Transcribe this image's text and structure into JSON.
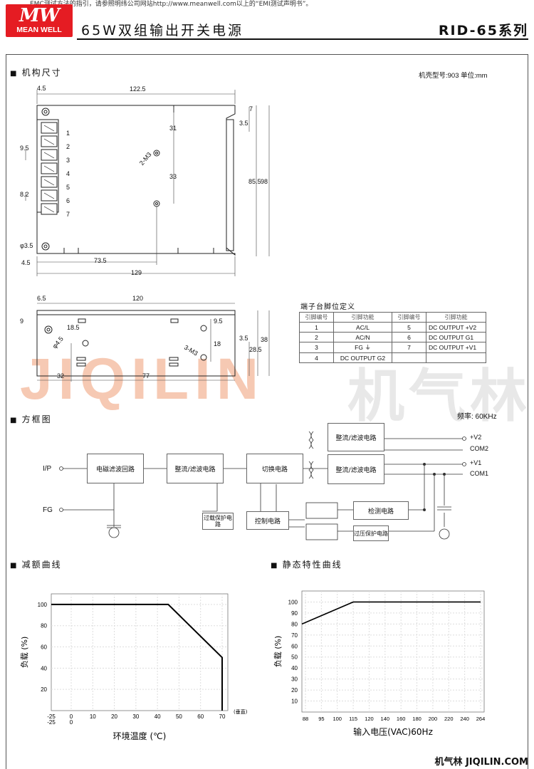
{
  "header": {
    "top_note": "EMC测试方法的指引，请参照明纬公司网站http://www.meanwell.com以上的“EMI测试声明书”。",
    "logo_mark": "MW",
    "logo_text": "MEAN WELL",
    "title": "65W双组输出开关电源",
    "series": "RID-65系列"
  },
  "sections": {
    "mechanical": "机构尺寸",
    "block": "方框图",
    "derating": "减额曲线",
    "static": "静态特性曲线"
  },
  "mechanical": {
    "case_note": "机壳型号:903 单位:mm",
    "top_dims": {
      "d4_5a": "4.5",
      "d122_5": "122.5",
      "d9_5": "9.5",
      "d8_2": "8.2",
      "d3_5hole": "φ3.5",
      "d4_5b": "4.5",
      "d73_5": "73.5",
      "d129": "129",
      "d31": "31",
      "d33": "33",
      "d2m3": "2-M3",
      "d3_5": "3.5",
      "d7": "7",
      "d85_5": "85.5",
      "d98": "98"
    },
    "terminal_numbers": [
      "1",
      "2",
      "3",
      "4",
      "5",
      "6",
      "7"
    ],
    "side_dims": {
      "d6_5": "6.5",
      "d120": "120",
      "d9": "9",
      "d18_5": "18.5",
      "d4_5": "φ4.5",
      "d9_5": "9.5",
      "d18": "18",
      "d3m3": "3-M3",
      "d3_5": "3.5",
      "d28_5": "28.5",
      "d38": "38",
      "d32": "32",
      "d77": "77"
    }
  },
  "pin_table": {
    "caption": "端子台脚位定义",
    "headers": [
      "引脚编号",
      "引脚功能",
      "引脚编号",
      "引脚功能"
    ],
    "rows": [
      [
        "1",
        "AC/L",
        "5",
        "DC OUTPUT +V2"
      ],
      [
        "2",
        "AC/N",
        "6",
        "DC OUTPUT G1"
      ],
      [
        "3",
        "FG ⏚",
        "7",
        "DC OUTPUT +V1"
      ],
      [
        "4",
        "DC OUTPUT G2",
        "",
        ""
      ]
    ]
  },
  "watermark": {
    "latin": "JIQILIN",
    "cjk": "机气林"
  },
  "block_diagram": {
    "freq": "频率: 60KHz",
    "ip": "I/P",
    "fg": "FG",
    "emi": "电磁滤波回路",
    "rect1": "整流/滤波电路",
    "switch": "切换电路",
    "rect2": "整流/滤波电路",
    "rect3": "整流/滤波电路",
    "olp": "过载保护电路",
    "control": "控制电路",
    "detect": "检测电路",
    "ovp": "过压保护电路",
    "v2": "+V2",
    "com2": "COM2",
    "v1": "+V1",
    "com1": "COM1"
  },
  "derating": {
    "title": "减额曲线",
    "ylabel": "负载 (%)",
    "xlabel": "环境温度 (℃)",
    "xnote": "(垂直)",
    "xticks": [
      "-25",
      "0",
      "10",
      "20",
      "30",
      "40",
      "50",
      "60",
      "70"
    ],
    "xticks2": [
      "-25",
      "0"
    ],
    "yticks": [
      "100",
      "80",
      "60",
      "40",
      "20"
    ]
  },
  "static": {
    "title": "静态特性曲线",
    "ylabel": "负载 (%)",
    "xlabel": "输入电压(VAC)60Hz",
    "xticks": [
      "88",
      "95",
      "100",
      "115",
      "120",
      "140",
      "160",
      "180",
      "200",
      "220",
      "240",
      "264"
    ],
    "yticks": [
      "100",
      "90",
      "80",
      "70",
      "60",
      "50",
      "40",
      "30",
      "20",
      "10"
    ]
  },
  "chart_data": [
    {
      "type": "line",
      "title": "",
      "xlabel": "环境温度 (℃)",
      "ylabel": "负载 (%)",
      "x": [
        -25,
        45,
        70,
        70
      ],
      "series": [
        {
          "values": [
            100,
            100,
            50,
            0
          ]
        }
      ],
      "xlim": [
        -25,
        75
      ],
      "ylim": [
        0,
        110
      ]
    },
    {
      "type": "line",
      "title": "",
      "xlabel": "输入电压(VAC)60Hz",
      "ylabel": "负载 (%)",
      "x": [
        88,
        115,
        264
      ],
      "series": [
        {
          "values": [
            80,
            100,
            100
          ]
        }
      ],
      "ylim": [
        0,
        110
      ]
    }
  ],
  "footer": {
    "text": "机气林 JIQILIN.COM"
  }
}
